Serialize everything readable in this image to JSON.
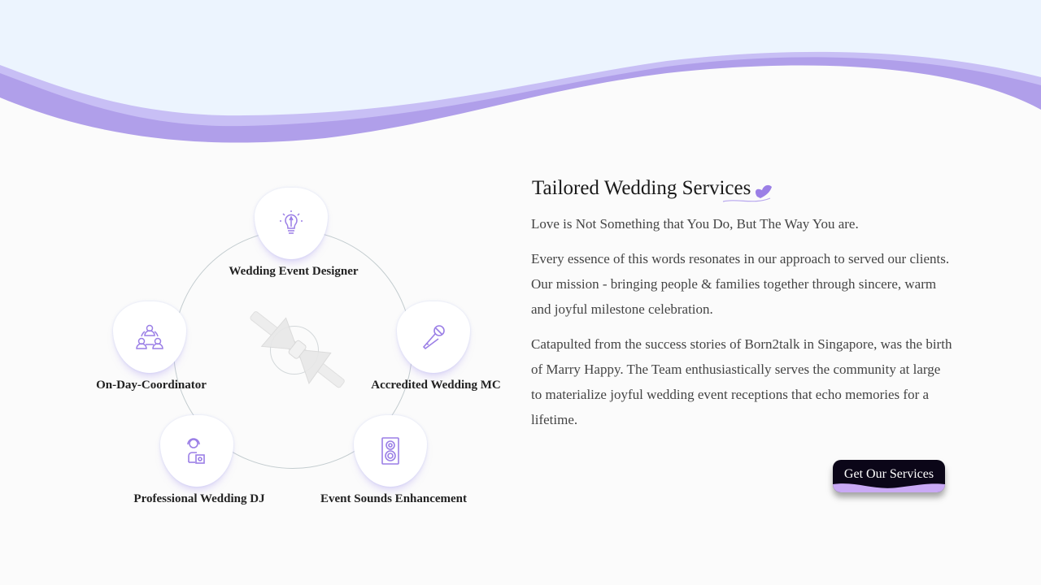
{
  "services": [
    {
      "label": "Wedding Event Designer",
      "icon": "lightbulb-pencil-icon"
    },
    {
      "label": "Accredited Wedding MC",
      "icon": "microphone-icon"
    },
    {
      "label": "Event Sounds Enhancement",
      "icon": "speaker-icon"
    },
    {
      "label": "Professional Wedding DJ",
      "icon": "dj-icon"
    },
    {
      "label": "On-Day-Coordinator",
      "icon": "team-network-icon"
    }
  ],
  "section": {
    "title": "Tailored Wedding Services",
    "tagline": "Love is Not Something that You Do, But The Way You are.",
    "para1": "Every essence of this words resonates in our approach to served our clients. Our mission - bringing people & families together through sincere, warm and joyful milestone celebration.",
    "para2": "Catapulted from the success stories of Born2talk in Singapore, was the birth of Marry Happy. The Team enthusiastically serves the community at large to materialize joyful wedding event receptions that echo memories for a lifetime.",
    "cta": "Get Our Services"
  },
  "colors": {
    "accent": "#9b7fe6",
    "header_bg": "#ecf4fe",
    "button": "#0b0618"
  }
}
